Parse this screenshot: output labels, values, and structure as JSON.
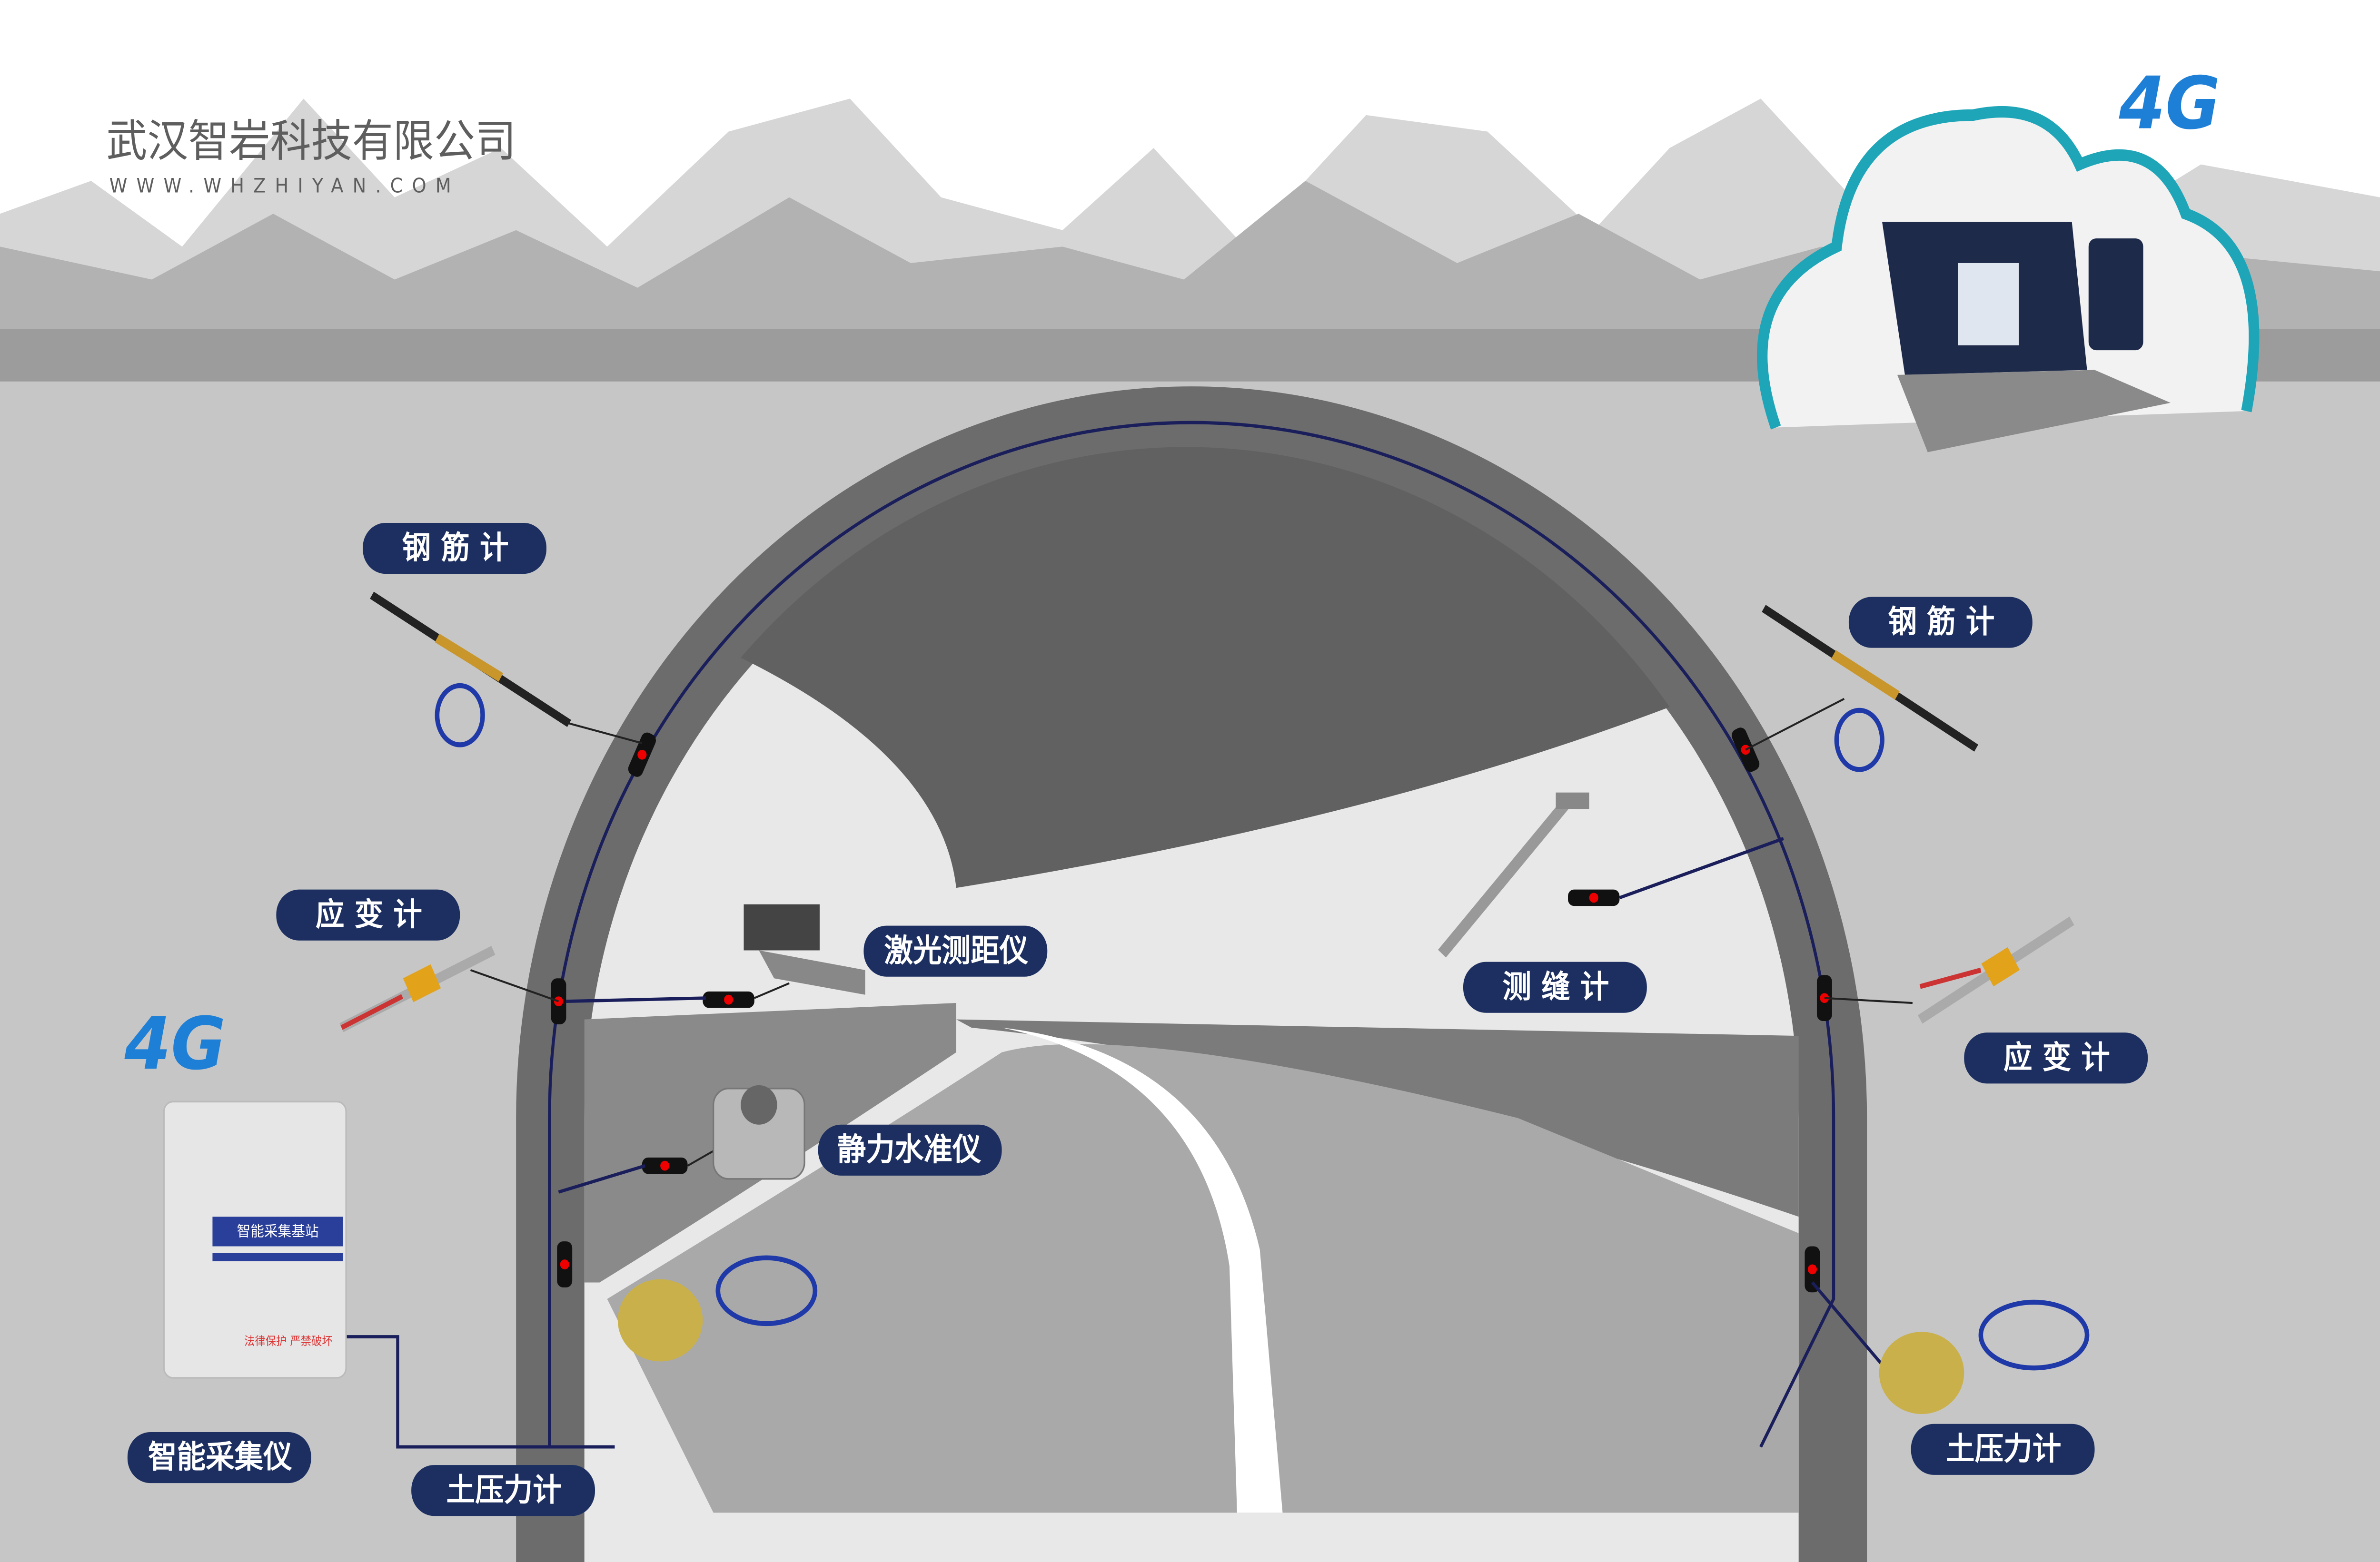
{
  "company": {
    "name": "武汉智岩科技有限公司",
    "website": "WWW.WHZHIYAN.COM"
  },
  "network_badges": [
    "4G",
    "4G"
  ],
  "labels": {
    "rebar_meter_left": "钢 筋 计",
    "rebar_meter_right": "钢 筋 计",
    "strain_gauge_left": "应 变 计",
    "strain_gauge_right": "应 变 计",
    "laser_rangefinder": "激光测距仪",
    "crack_meter": "测 缝 计",
    "static_level": "静力水准仪",
    "data_collector": "智能采集仪",
    "earth_pressure_left": "土压力计",
    "earth_pressure_right": "土压力计"
  },
  "collector_box": {
    "panel_text": "智能采集基站",
    "warning_text": "法律保护  严禁破坏"
  },
  "colors": {
    "label_bg": "#1c2f60",
    "cable": "#1a1f5c",
    "accent_4g": "#1e7fd6",
    "cloud": "#1fa5b8"
  }
}
